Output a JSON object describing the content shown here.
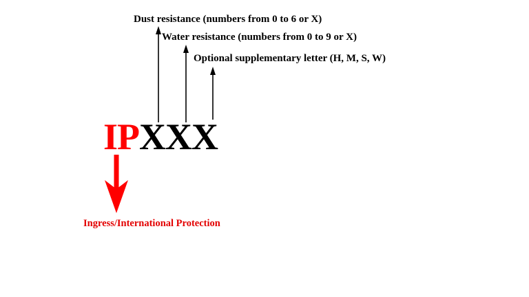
{
  "diagram": {
    "labels": [
      {
        "id": "dust",
        "text": "Dust resistance (numbers from 0 to 6 or X)"
      },
      {
        "id": "water",
        "text": "Water resistance (numbers from 0 to 9 or X)"
      },
      {
        "id": "optional",
        "text": "Optional supplementary letter (H, M, S, W)"
      }
    ],
    "code": {
      "prefix": "IP",
      "suffix": "XXX"
    },
    "prefix_meaning": "Ingress/International Protection",
    "colors": {
      "prefix": "#ff0000",
      "code": "#000000",
      "arrow_black": "#000000",
      "arrow_red": "#ff0000",
      "prefix_label": "#e30000"
    }
  }
}
